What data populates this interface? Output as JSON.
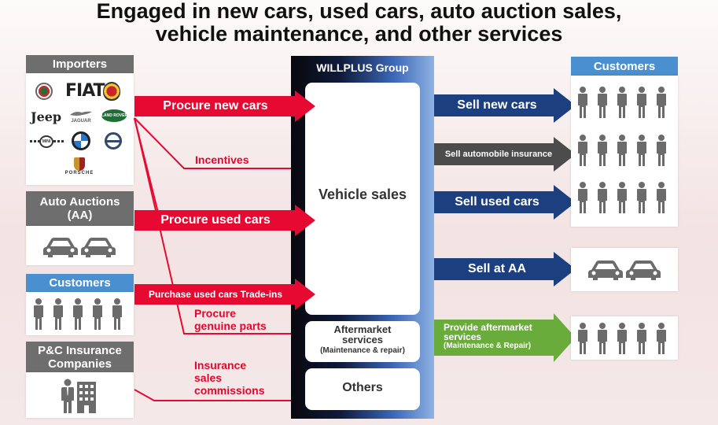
{
  "title": {
    "line1": "Engaged in new cars, used cars, auto auction sales,",
    "line2": "vehicle maintenance, and other services"
  },
  "sources": {
    "importers": {
      "label": "Importers",
      "brands": [
        "FIAT",
        "Jeep",
        "JAGUAR",
        "LAND ROVER",
        "MINI",
        "PORSCHE"
      ]
    },
    "auctions": {
      "label_line1": "Auto Auctions",
      "label_line2": "(AA)"
    },
    "customers": {
      "label": "Customers"
    },
    "insurance": {
      "label_line1": "P&C Insurance",
      "label_line2": "Companies"
    }
  },
  "inflows": {
    "procure_new": "Procure new cars",
    "incentives": "Incentives",
    "procure_used": "Procure used cars",
    "trade_ins": "Purchase used cars Trade-ins",
    "genuine_parts_line1": "Procure",
    "genuine_parts_line2": "genuine parts",
    "insurance_line1": "Insurance",
    "insurance_line2": "sales",
    "insurance_line3": "commissions"
  },
  "group": {
    "title": "WILLPLUS Group",
    "vehicle_sales": "Vehicle sales",
    "aftermarket_line1": "Aftermarket",
    "aftermarket_line2": "services",
    "aftermarket_line3": "(Maintenance & repair)",
    "others": "Others"
  },
  "outflows": {
    "sell_new": "Sell new cars",
    "sell_insurance": "Sell automobile insurance",
    "sell_used": "Sell used cars",
    "sell_aa": "Sell at AA",
    "aftermarket_line1": "Provide aftermarket",
    "aftermarket_line2": "services",
    "aftermarket_line3": "(Maintenance & Repair)"
  },
  "destinations": {
    "customers": {
      "label": "Customers"
    }
  },
  "colors": {
    "red": "#e60a32",
    "navy": "#1c3f80",
    "gray": "#4c4c4c",
    "green": "#6aac3c",
    "blue_header": "#4a8fcf",
    "gray_header": "#6e6e6e"
  }
}
